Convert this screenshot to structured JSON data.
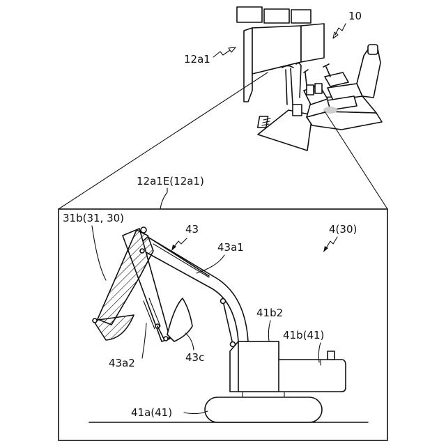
{
  "labels": {
    "simulator": "10",
    "monitor": "12a1",
    "screen": "12a1E(12a1)",
    "machine": "4(30)",
    "work_device": "43",
    "boom": "43a1",
    "arm": "43a2",
    "bucket": "43c",
    "hatched_arm": "31b(31, 30)",
    "upper_body": "41b(41)",
    "cab": "41b2",
    "lower_body": "41a(41)"
  },
  "colors": {
    "line": "#111111",
    "background": "#ffffff",
    "seat_shadow": "#cfcfcf"
  }
}
